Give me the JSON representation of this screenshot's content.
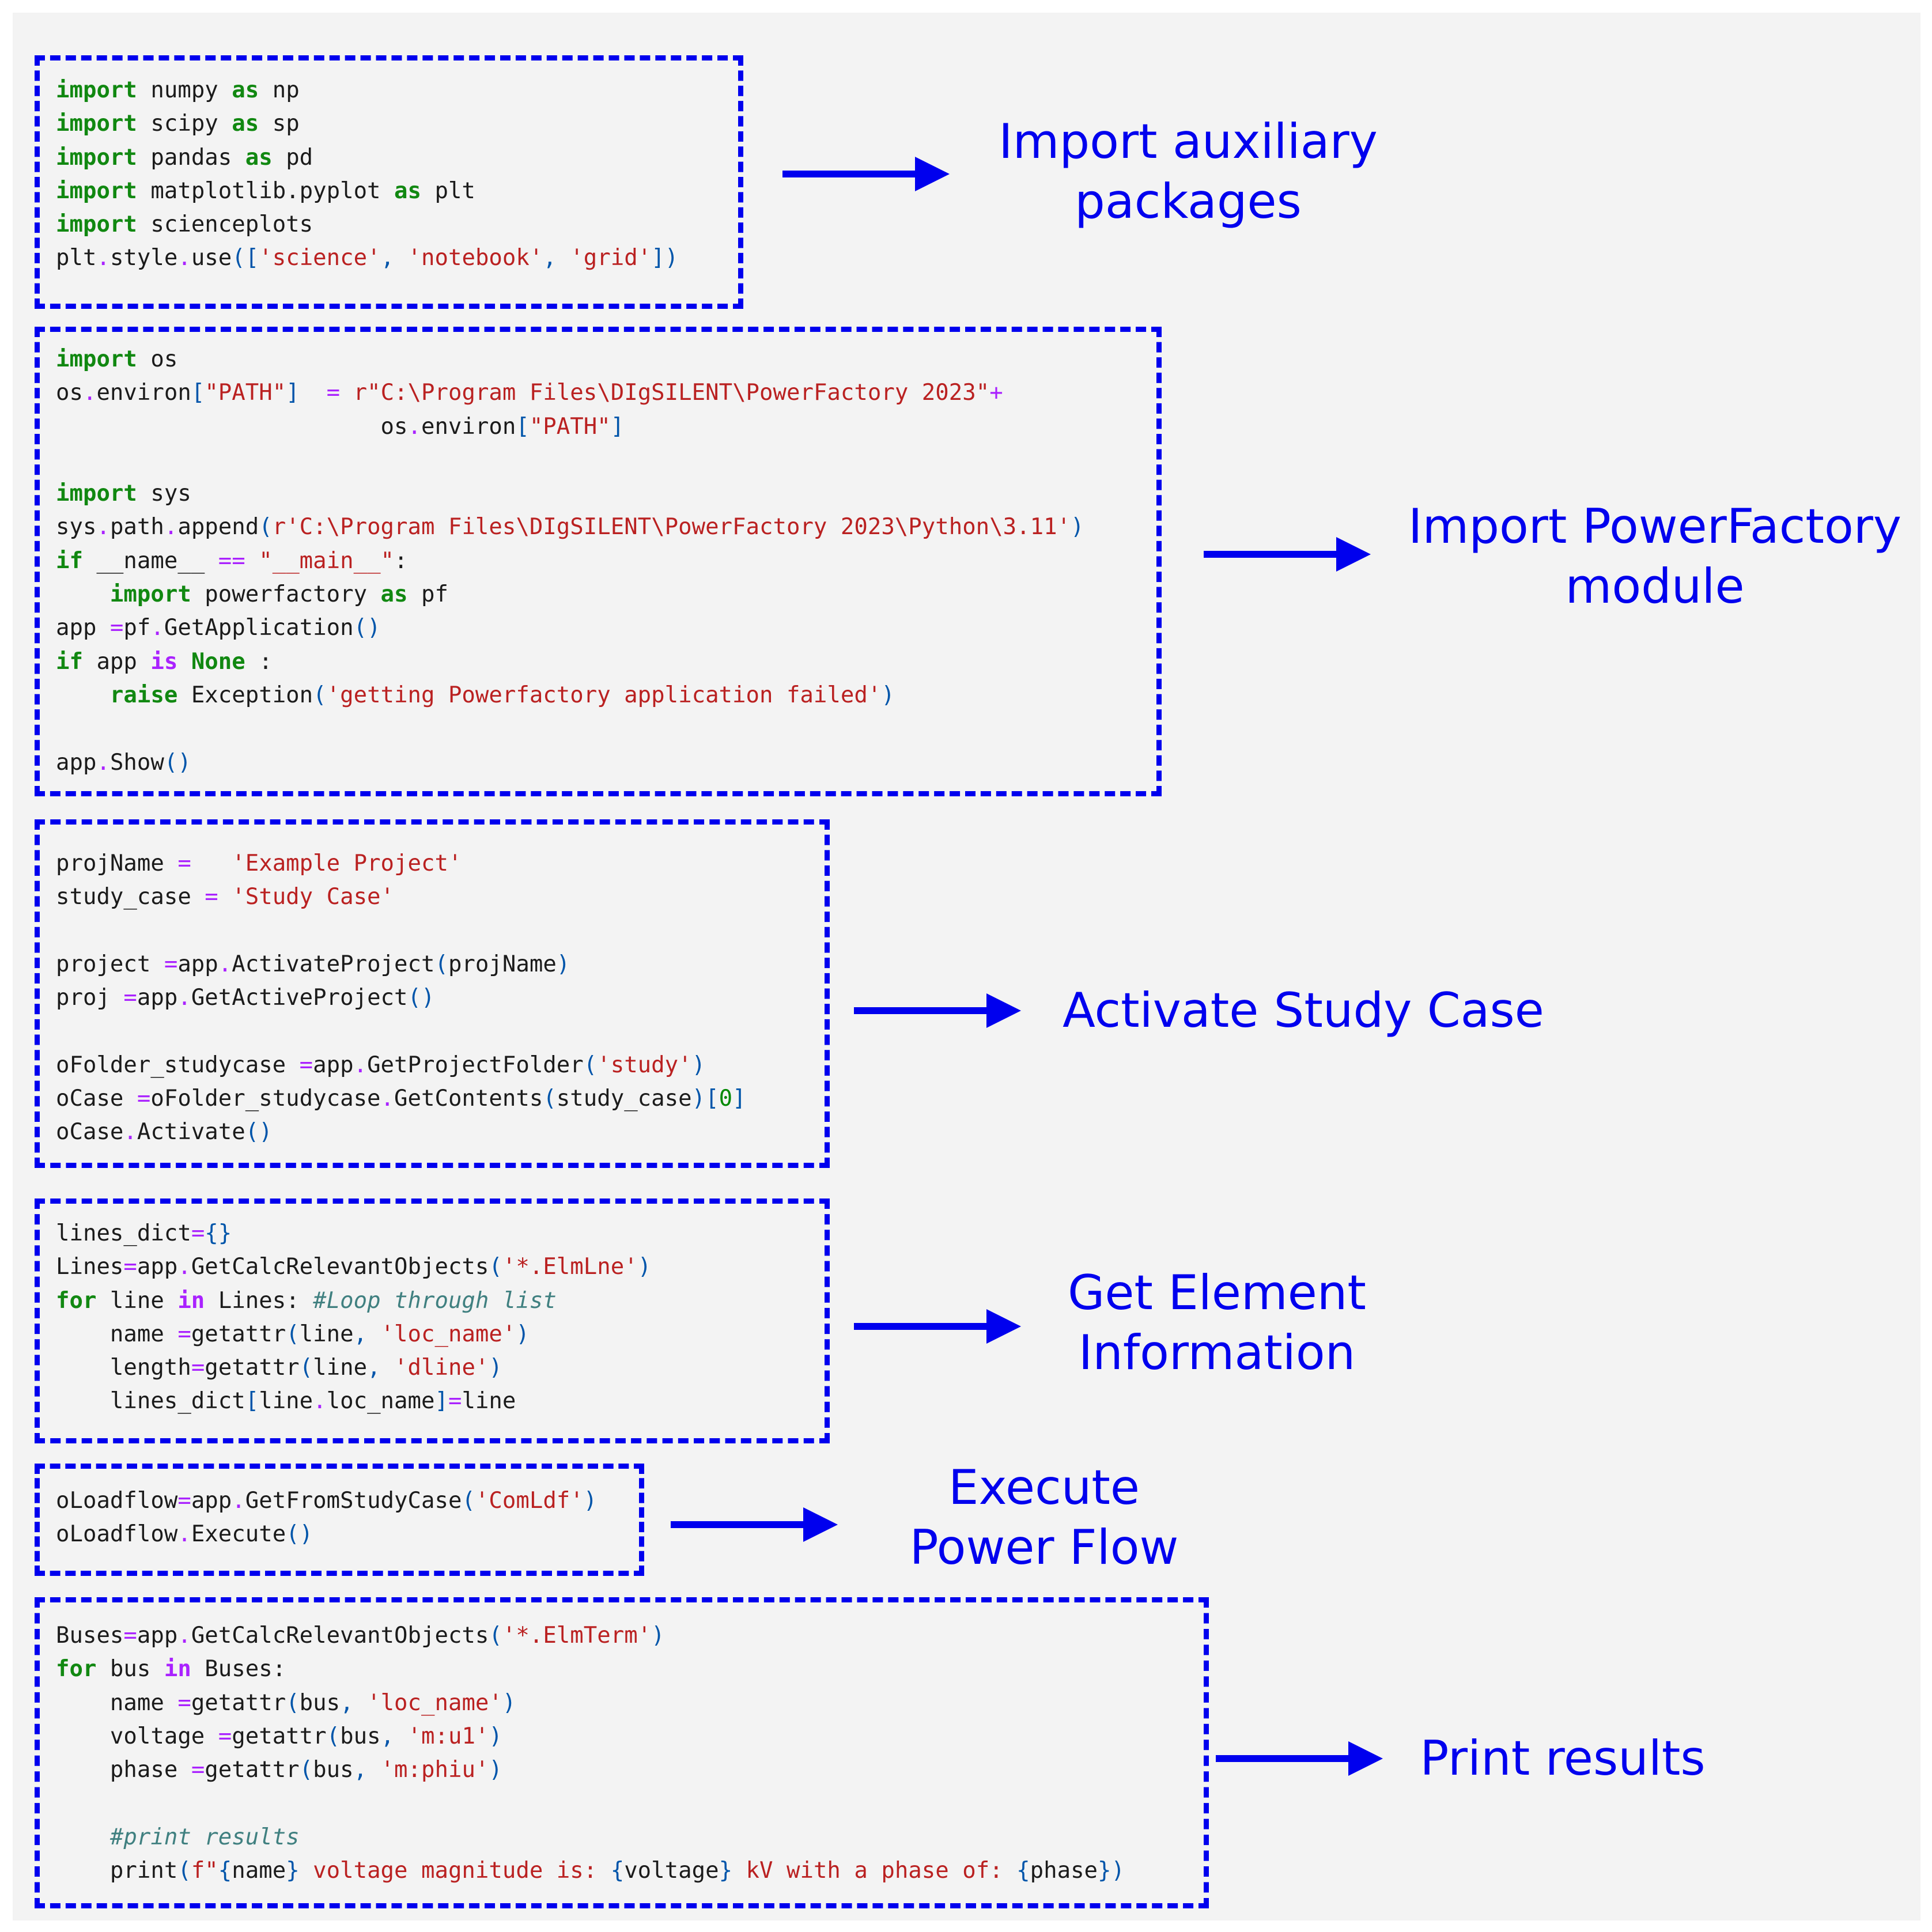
{
  "colors": {
    "accent": "#0000ee",
    "background": "#f3f3f3",
    "keyword": "#118811",
    "operator": "#aa22ff",
    "string": "#ba2121",
    "bracket": "#0055aa",
    "number": "#008800",
    "comment": "#408080"
  },
  "blocks": [
    {
      "label": [
        "Import auxiliary",
        "packages"
      ],
      "lines": [
        [
          [
            "kw",
            "import"
          ],
          [
            "",
            "numpy "
          ],
          [
            "kw",
            "as"
          ],
          [
            "",
            "np"
          ]
        ],
        [
          [
            "kw",
            "import"
          ],
          [
            "",
            "scipy "
          ],
          [
            "kw",
            "as"
          ],
          [
            "",
            "sp"
          ]
        ],
        [
          [
            "kw",
            "import"
          ],
          [
            "",
            "pandas "
          ],
          [
            "kw",
            "as"
          ],
          [
            "",
            "pd"
          ]
        ],
        [
          [
            "kw",
            "import"
          ],
          [
            "",
            "matplotlib.pyplot "
          ],
          [
            "kw",
            "as"
          ],
          [
            "",
            "plt"
          ]
        ],
        [
          [
            "kw",
            "import"
          ],
          [
            "",
            "scienceplots"
          ]
        ],
        [
          [
            "",
            "plt"
          ],
          [
            "op",
            "."
          ],
          [
            "",
            "style"
          ],
          [
            "op",
            "."
          ],
          [
            "",
            "use"
          ],
          [
            "br",
            "(["
          ],
          [
            "str",
            "'science'"
          ],
          [
            "br",
            ", "
          ],
          [
            "str",
            "'notebook'"
          ],
          [
            "br",
            ", "
          ],
          [
            "str",
            "'grid'"
          ],
          [
            "br",
            "])"
          ]
        ]
      ]
    },
    {
      "label": [
        "Import PowerFactory",
        "module"
      ],
      "lines": [
        [
          [
            "kw",
            "import"
          ],
          [
            "",
            "os"
          ]
        ],
        [
          [
            "",
            "os"
          ],
          [
            "op",
            "."
          ],
          [
            "",
            "environ"
          ],
          [
            "br",
            "["
          ],
          [
            "str",
            "\"PATH\""
          ],
          [
            "br",
            "]"
          ],
          [
            "",
            "  "
          ],
          [
            "op",
            "="
          ],
          [
            "",
            ""
          ],
          [
            "str",
            "r\"C:\\Program Files\\DIgSILENT\\PowerFactory 2023\""
          ],
          [
            "op",
            "+"
          ]
        ],
        [
          [
            "",
            "                        os"
          ],
          [
            "op",
            "."
          ],
          [
            "",
            "environ"
          ],
          [
            "br",
            "["
          ],
          [
            "str",
            "\"PATH\""
          ],
          [
            "br",
            "]"
          ]
        ],
        [],
        [
          [
            "kw",
            "import"
          ],
          [
            "",
            "sys"
          ]
        ],
        [
          [
            "",
            "sys"
          ],
          [
            "op",
            "."
          ],
          [
            "",
            "path"
          ],
          [
            "op",
            "."
          ],
          [
            "",
            "append"
          ],
          [
            "br",
            "("
          ],
          [
            "str",
            "r'C:\\Program Files\\DIgSILENT\\PowerFactory 2023\\Python\\3.11'"
          ],
          [
            "br",
            ")"
          ]
        ],
        [
          [
            "kw",
            "if"
          ],
          [
            "",
            "__name__ "
          ],
          [
            "op",
            "=="
          ],
          [
            "",
            ""
          ],
          [
            "str",
            "\"__main__\""
          ],
          [
            "",
            "​:"
          ]
        ],
        [
          [
            "",
            "    "
          ],
          [
            "kw",
            "import"
          ],
          [
            "",
            "powerfactory "
          ],
          [
            "kw",
            "as"
          ],
          [
            "",
            "pf"
          ]
        ],
        [
          [
            "",
            "app "
          ],
          [
            "op",
            "="
          ],
          [
            "",
            "pf"
          ],
          [
            "op",
            "."
          ],
          [
            "",
            "GetApplication"
          ],
          [
            "br",
            "()"
          ]
        ],
        [
          [
            "kw",
            "if"
          ],
          [
            "",
            "app "
          ],
          [
            "opb",
            "is"
          ],
          [
            "",
            ""
          ],
          [
            "kw",
            "None"
          ],
          [
            "",
            "​:"
          ]
        ],
        [
          [
            "",
            "    "
          ],
          [
            "kw",
            "raise"
          ],
          [
            "",
            "Exception"
          ],
          [
            "br",
            "("
          ],
          [
            "str",
            "'getting Powerfactory application failed'"
          ],
          [
            "br",
            ")"
          ]
        ],
        [],
        [
          [
            "",
            "app"
          ],
          [
            "op",
            "."
          ],
          [
            "",
            "Show"
          ],
          [
            "br",
            "()"
          ]
        ]
      ]
    },
    {
      "label": [
        "Activate Study Case"
      ],
      "lines": [
        [
          [
            "",
            "projName "
          ],
          [
            "op",
            "="
          ],
          [
            "",
            "   "
          ],
          [
            "str",
            "'Example Project'"
          ]
        ],
        [
          [
            "",
            "study_case "
          ],
          [
            "op",
            "="
          ],
          [
            "",
            ""
          ],
          [
            "str",
            "'Study Case'"
          ]
        ],
        [],
        [
          [
            "",
            "project "
          ],
          [
            "op",
            "="
          ],
          [
            "",
            "app"
          ],
          [
            "op",
            "."
          ],
          [
            "",
            "ActivateProject"
          ],
          [
            "br",
            "("
          ],
          [
            "",
            "projName"
          ],
          [
            "br",
            ")"
          ]
        ],
        [
          [
            "",
            "proj "
          ],
          [
            "op",
            "="
          ],
          [
            "",
            "app"
          ],
          [
            "op",
            "."
          ],
          [
            "",
            "GetActiveProject"
          ],
          [
            "br",
            "()"
          ]
        ],
        [],
        [
          [
            "",
            "oFolder_studycase "
          ],
          [
            "op",
            "="
          ],
          [
            "",
            "app"
          ],
          [
            "op",
            "."
          ],
          [
            "",
            "GetProjectFolder"
          ],
          [
            "br",
            "("
          ],
          [
            "str",
            "'study'"
          ],
          [
            "br",
            ")"
          ]
        ],
        [
          [
            "",
            "oCase "
          ],
          [
            "op",
            "="
          ],
          [
            "",
            "oFolder_studycase"
          ],
          [
            "op",
            "."
          ],
          [
            "",
            "GetContents"
          ],
          [
            "br",
            "("
          ],
          [
            "",
            "study_case"
          ],
          [
            "br",
            ")["
          ],
          [
            "num",
            "0"
          ],
          [
            "br",
            "]"
          ]
        ],
        [
          [
            "",
            "oCase"
          ],
          [
            "op",
            "."
          ],
          [
            "",
            "Activate"
          ],
          [
            "br",
            "()"
          ]
        ]
      ]
    },
    {
      "label": [
        "Get Element",
        "Information"
      ],
      "lines": [
        [
          [
            "",
            "lines_dict"
          ],
          [
            "op",
            "="
          ],
          [
            "br",
            "{}"
          ]
        ],
        [
          [
            "",
            "Lines"
          ],
          [
            "op",
            "="
          ],
          [
            "",
            "app"
          ],
          [
            "op",
            "."
          ],
          [
            "",
            "GetCalcRelevantObjects"
          ],
          [
            "br",
            "("
          ],
          [
            "str",
            "'*.ElmLne'"
          ],
          [
            "br",
            ")"
          ]
        ],
        [
          [
            "kw",
            "for"
          ],
          [
            "",
            "line "
          ],
          [
            "opb",
            "in"
          ],
          [
            "",
            "Lines: "
          ],
          [
            "cm",
            "#Loop through list"
          ]
        ],
        [
          [
            "",
            "    name "
          ],
          [
            "op",
            "="
          ],
          [
            "",
            "getattr"
          ],
          [
            "br",
            "("
          ],
          [
            "",
            "line"
          ],
          [
            "br",
            ", "
          ],
          [
            "str",
            "'loc_name'"
          ],
          [
            "br",
            ")"
          ]
        ],
        [
          [
            "",
            "    length"
          ],
          [
            "op",
            "="
          ],
          [
            "",
            "getattr"
          ],
          [
            "br",
            "("
          ],
          [
            "",
            "line"
          ],
          [
            "br",
            ", "
          ],
          [
            "str",
            "'dline'"
          ],
          [
            "br",
            ")"
          ]
        ],
        [
          [
            "",
            "    lines_dict"
          ],
          [
            "br",
            "["
          ],
          [
            "",
            "line"
          ],
          [
            "op",
            "."
          ],
          [
            "",
            "loc_name"
          ],
          [
            "br",
            "]"
          ],
          [
            "op",
            "="
          ],
          [
            "",
            "line"
          ]
        ]
      ]
    },
    {
      "label": [
        "Execute",
        "Power Flow"
      ],
      "lines": [
        [
          [
            "",
            "oLoadflow"
          ],
          [
            "op",
            "="
          ],
          [
            "",
            "app"
          ],
          [
            "op",
            "."
          ],
          [
            "",
            "GetFromStudyCase"
          ],
          [
            "br",
            "("
          ],
          [
            "str",
            "'ComLdf'"
          ],
          [
            "br",
            ")"
          ]
        ],
        [
          [
            "",
            "oLoadflow"
          ],
          [
            "op",
            "."
          ],
          [
            "",
            "Execute"
          ],
          [
            "br",
            "()"
          ]
        ]
      ]
    },
    {
      "label": [
        "Print results"
      ],
      "lines": [
        [
          [
            "",
            "Buses"
          ],
          [
            "op",
            "="
          ],
          [
            "",
            "app"
          ],
          [
            "op",
            "."
          ],
          [
            "",
            "GetCalcRelevantObjects"
          ],
          [
            "br",
            "("
          ],
          [
            "str",
            "'*.ElmTerm'"
          ],
          [
            "br",
            ")"
          ]
        ],
        [
          [
            "kw",
            "for"
          ],
          [
            "",
            "bus "
          ],
          [
            "opb",
            "in"
          ],
          [
            "",
            "Buses:"
          ]
        ],
        [
          [
            "",
            "    name "
          ],
          [
            "op",
            "="
          ],
          [
            "",
            "getattr"
          ],
          [
            "br",
            "("
          ],
          [
            "",
            "bus"
          ],
          [
            "br",
            ", "
          ],
          [
            "str",
            "'loc_name'"
          ],
          [
            "br",
            ")"
          ]
        ],
        [
          [
            "",
            "    voltage "
          ],
          [
            "op",
            "="
          ],
          [
            "",
            "getattr"
          ],
          [
            "br",
            "("
          ],
          [
            "",
            "bus"
          ],
          [
            "br",
            ", "
          ],
          [
            "str",
            "'m:u1'"
          ],
          [
            "br",
            ")"
          ]
        ],
        [
          [
            "",
            "    phase "
          ],
          [
            "op",
            "="
          ],
          [
            "",
            "getattr"
          ],
          [
            "br",
            "("
          ],
          [
            "",
            "bus"
          ],
          [
            "br",
            ", "
          ],
          [
            "str",
            "'m:phiu'"
          ],
          [
            "br",
            ")"
          ]
        ],
        [],
        [
          [
            "",
            "    "
          ],
          [
            "cm",
            "#print results"
          ]
        ],
        [
          [
            "",
            "    print"
          ],
          [
            "br",
            "("
          ],
          [
            "str",
            "f\""
          ],
          [
            "br",
            "{"
          ],
          [
            "",
            "name"
          ],
          [
            "br",
            "}"
          ],
          [
            "str",
            " voltage magnitude is: "
          ],
          [
            "br",
            "{"
          ],
          [
            "",
            "voltage"
          ],
          [
            "br",
            "}"
          ],
          [
            "str",
            " kV with a phase of: "
          ],
          [
            "br",
            "{"
          ],
          [
            "",
            "phase"
          ],
          [
            "br",
            "})"
          ]
        ]
      ]
    }
  ]
}
